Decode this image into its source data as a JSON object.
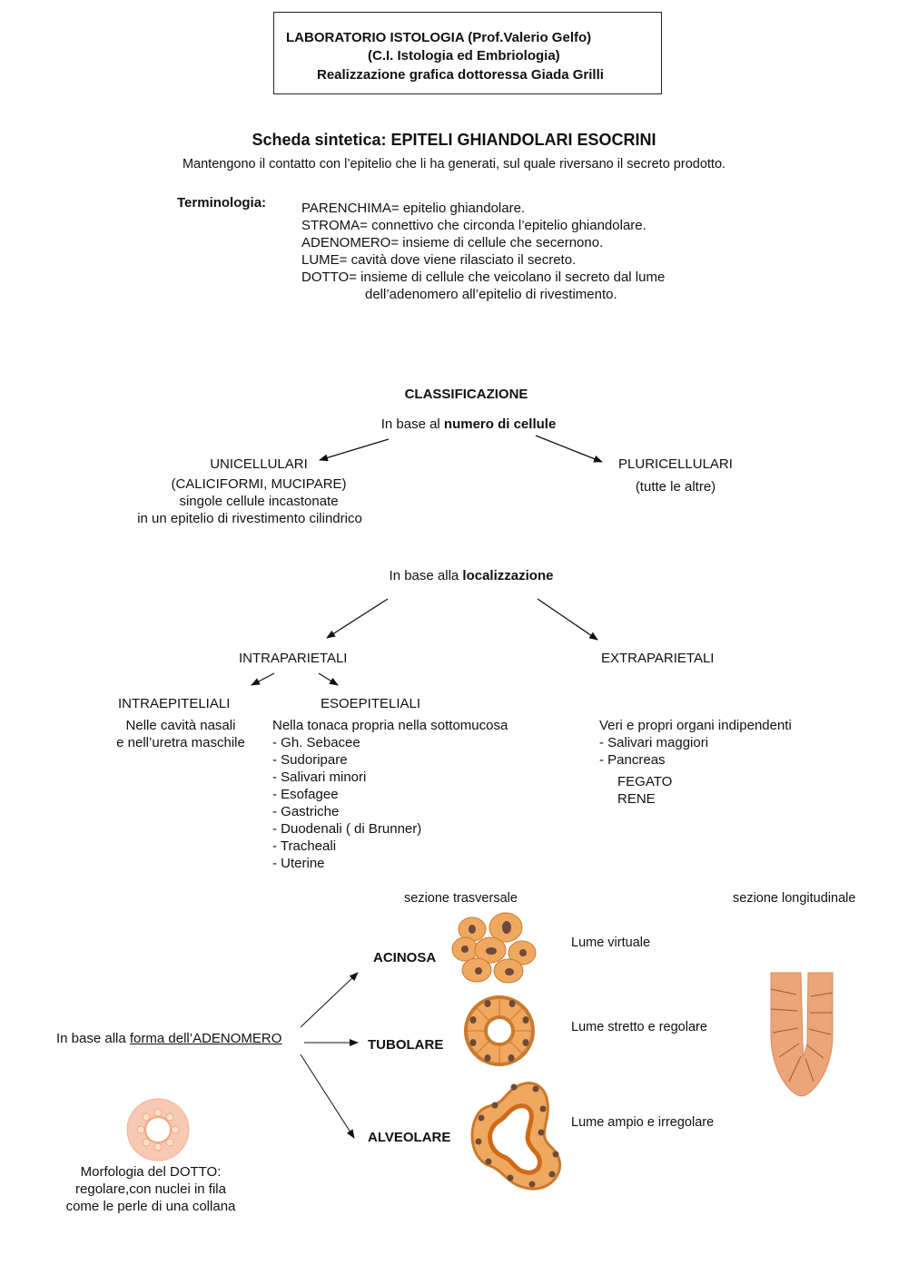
{
  "header": {
    "line1": "LABORATORIO ISTOLOGIA (Prof.Valerio Gelfo)",
    "line2": "(C.I. Istologia ed Embriologia)",
    "line3": "Realizzazione grafica dottoressa Giada Grilli"
  },
  "title": "Scheda sintetica: EPITELI GHIANDOLARI ESOCRINI",
  "subtitle": "Mantengono il contatto con l’epitelio che li ha generati, sul quale riversano il secreto prodotto.",
  "terminology": {
    "label": "Terminologia:",
    "lines": [
      "PARENCHIMA= epitelio ghiandolare.",
      "STROMA= connettivo che circonda l’epitelio ghiandolare.",
      "ADENOMERO= insieme di cellule che secernono.",
      "LUME= cavità dove viene rilasciato il secreto.",
      "DOTTO= insieme di cellule che veicolano il secreto dal lume",
      "dell’adenomero all’epitelio di rivestimento."
    ]
  },
  "classification": {
    "heading": "CLASSIFICAZIONE",
    "by_cells": {
      "prefix": "In base al ",
      "emphasis": "numero di cellule",
      "left": {
        "title": "UNICELLULARI",
        "lines": [
          "(CALICIFORMI, MUCIPARE)",
          "singole cellule incastonate",
          "in un epitelio di rivestimento cilindrico"
        ]
      },
      "right": {
        "title": "PLURICELLULARI",
        "lines": [
          "(tutte le altre)"
        ]
      }
    },
    "by_location": {
      "prefix": "In base alla ",
      "emphasis": "localizzazione",
      "intra": {
        "title": "INTRAPARIETALI",
        "intraepiteliali": {
          "title": "INTRAEPITELIALI",
          "lines": [
            "Nelle cavità nasali",
            "e nell’uretra maschile"
          ]
        },
        "esoepiteliali": {
          "title": "ESOEPITELIALI",
          "lines": [
            "Nella tonaca propria nella sottomucosa",
            "- Gh. Sebacee",
            "- Sudoripare",
            "- Salivari minori",
            "- Esofagee",
            "- Gastriche",
            "- Duodenali ( di Brunner)",
            "- Tracheali",
            "- Uterine"
          ]
        }
      },
      "extra": {
        "title": "EXTRAPARIETALI",
        "lines": [
          "Veri e propri organi indipendenti",
          "- Salivari maggiori",
          "- Pancreas"
        ],
        "extra_lines": [
          "FEGATO",
          "RENE"
        ]
      }
    }
  },
  "adenomer": {
    "label_prefix": "In base alla ",
    "label_underlined": "forma dell’ADENOMERO",
    "section_transverse": "sezione trasversale",
    "section_longitudinal": "sezione longitudinale",
    "types": [
      {
        "name": "ACINOSA",
        "lumen": "Lume virtuale"
      },
      {
        "name": "TUBOLARE",
        "lumen": "Lume stretto e regolare"
      },
      {
        "name": "ALVEOLARE",
        "lumen": "Lume ampio e irregolare"
      }
    ],
    "duct_caption": [
      "Morfologia del DOTTO:",
      "regolare,con nuclei in fila",
      "come le perle di una collana"
    ]
  },
  "colors": {
    "cell_fill": "#F0A860",
    "cell_stroke": "#C97A2C",
    "nucleus": "#6E4A38",
    "duct_fill": "#F7C8B4",
    "longitudinal_fill": "#EDA478"
  }
}
